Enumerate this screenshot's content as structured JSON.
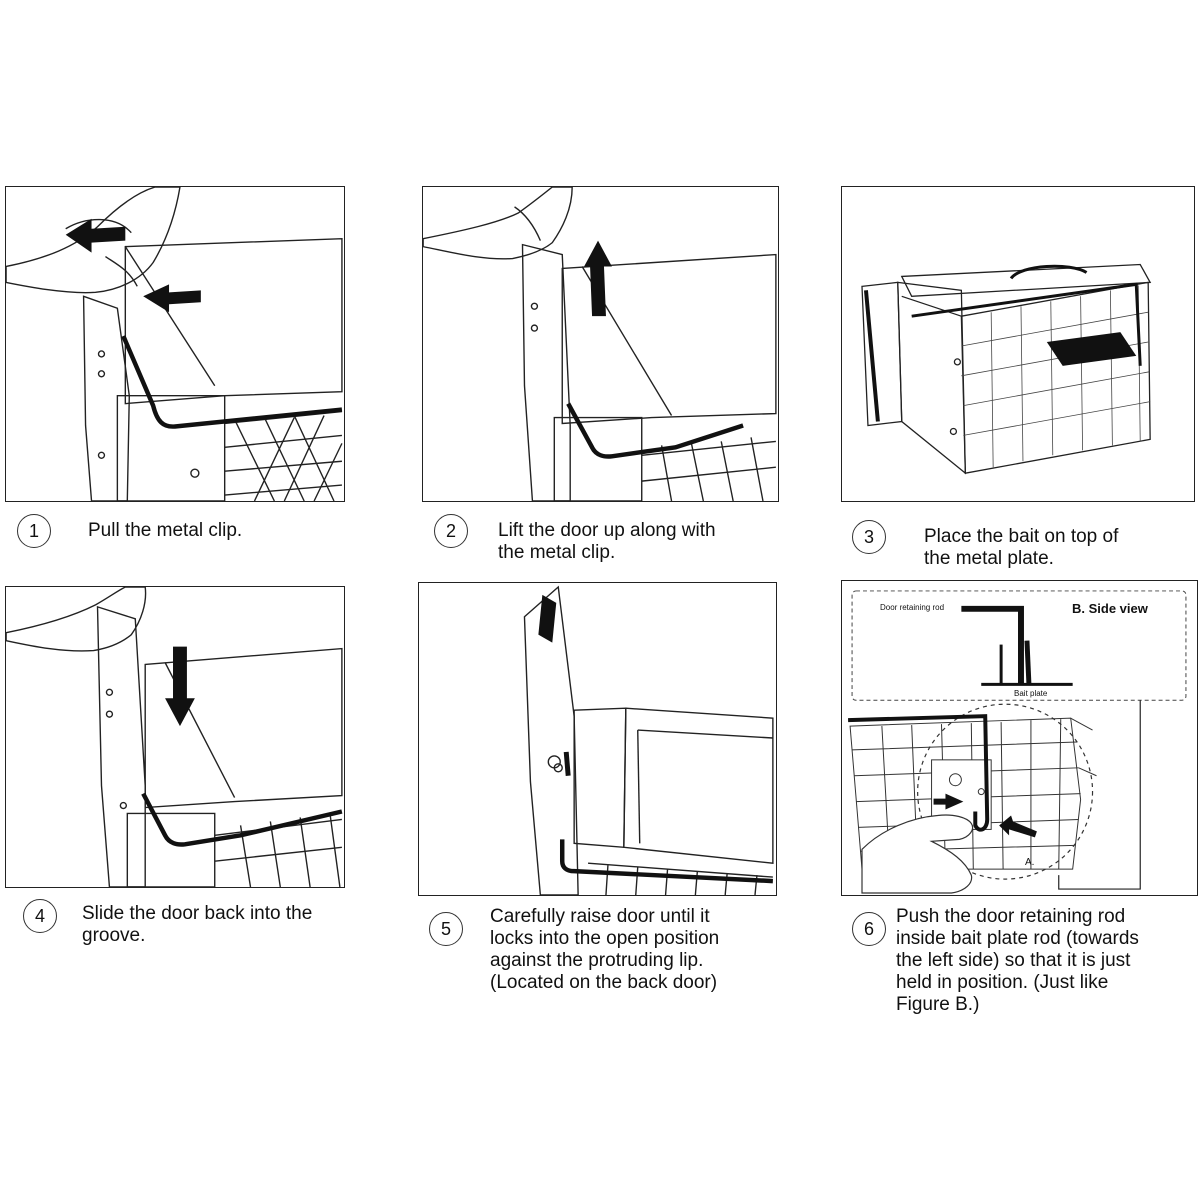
{
  "steps": [
    {
      "number": "1",
      "caption": "Pull the metal clip."
    },
    {
      "number": "2",
      "caption": "Lift the door up along with\nthe metal clip."
    },
    {
      "number": "3",
      "caption": "Place the bait on top of\nthe metal plate."
    },
    {
      "number": "4",
      "caption": "Slide the door back into the\ngroove."
    },
    {
      "number": "5",
      "caption": "Carefully raise door until it\nlocks into the open position\nagainst the protruding lip.\n(Located on the back door)"
    },
    {
      "number": "6",
      "caption": "Push the door retaining rod\ninside bait plate rod (towards\nthe left side) so that it is just\nheld in position. (Just like\nFigure B.)"
    }
  ],
  "figure_b": {
    "title": "B. Side view",
    "rod_label": "Door retaining rod",
    "plate_label": "Bait plate",
    "marker_label": "A."
  }
}
